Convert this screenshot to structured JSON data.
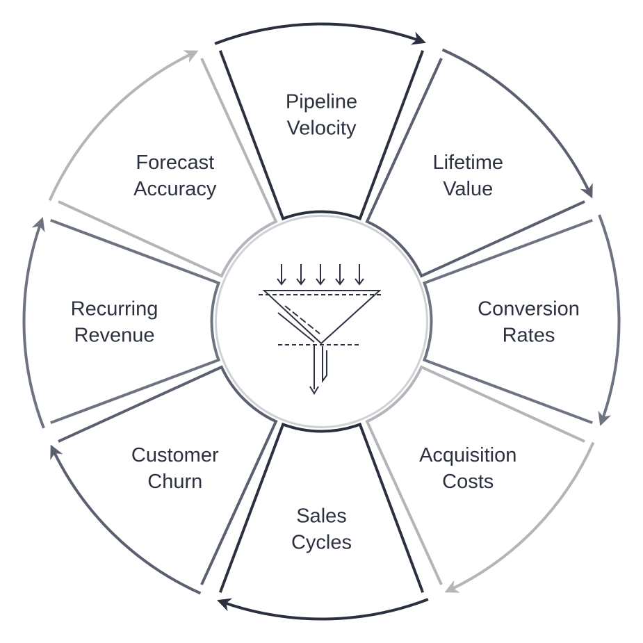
{
  "diagram": {
    "segments": [
      {
        "id": "pipeline-velocity",
        "lines": [
          "Pipeline",
          "Velocity"
        ],
        "color": "#2b3040"
      },
      {
        "id": "lifetime-value",
        "lines": [
          "Lifetime",
          "Value"
        ],
        "color": "#5b6070"
      },
      {
        "id": "conversion-rates",
        "lines": [
          "Conversion",
          "Rates"
        ],
        "color": "#6e7382"
      },
      {
        "id": "acquisition-costs",
        "lines": [
          "Acquisition",
          "Costs"
        ],
        "color": "#b3b5bb"
      },
      {
        "id": "sales-cycles",
        "lines": [
          "Sales",
          "Cycles"
        ],
        "color": "#2b3040"
      },
      {
        "id": "customer-churn",
        "lines": [
          "Customer",
          "Churn"
        ],
        "color": "#5b6070"
      },
      {
        "id": "recurring-revenue",
        "lines": [
          "Recurring",
          "Revenue"
        ],
        "color": "#6e7382"
      },
      {
        "id": "forecast-accuracy",
        "lines": [
          "Forecast",
          "Accuracy"
        ],
        "color": "#b3b5bb"
      }
    ],
    "center_icon": "funnel-icon",
    "arrow_direction": "clockwise"
  }
}
